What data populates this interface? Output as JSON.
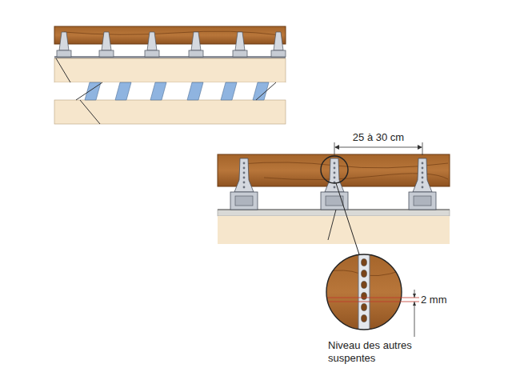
{
  "diagram": {
    "labels": [
      "25 à 30 cm",
      "2 mm",
      "Niveau des autres suspentes"
    ]
  }
}
